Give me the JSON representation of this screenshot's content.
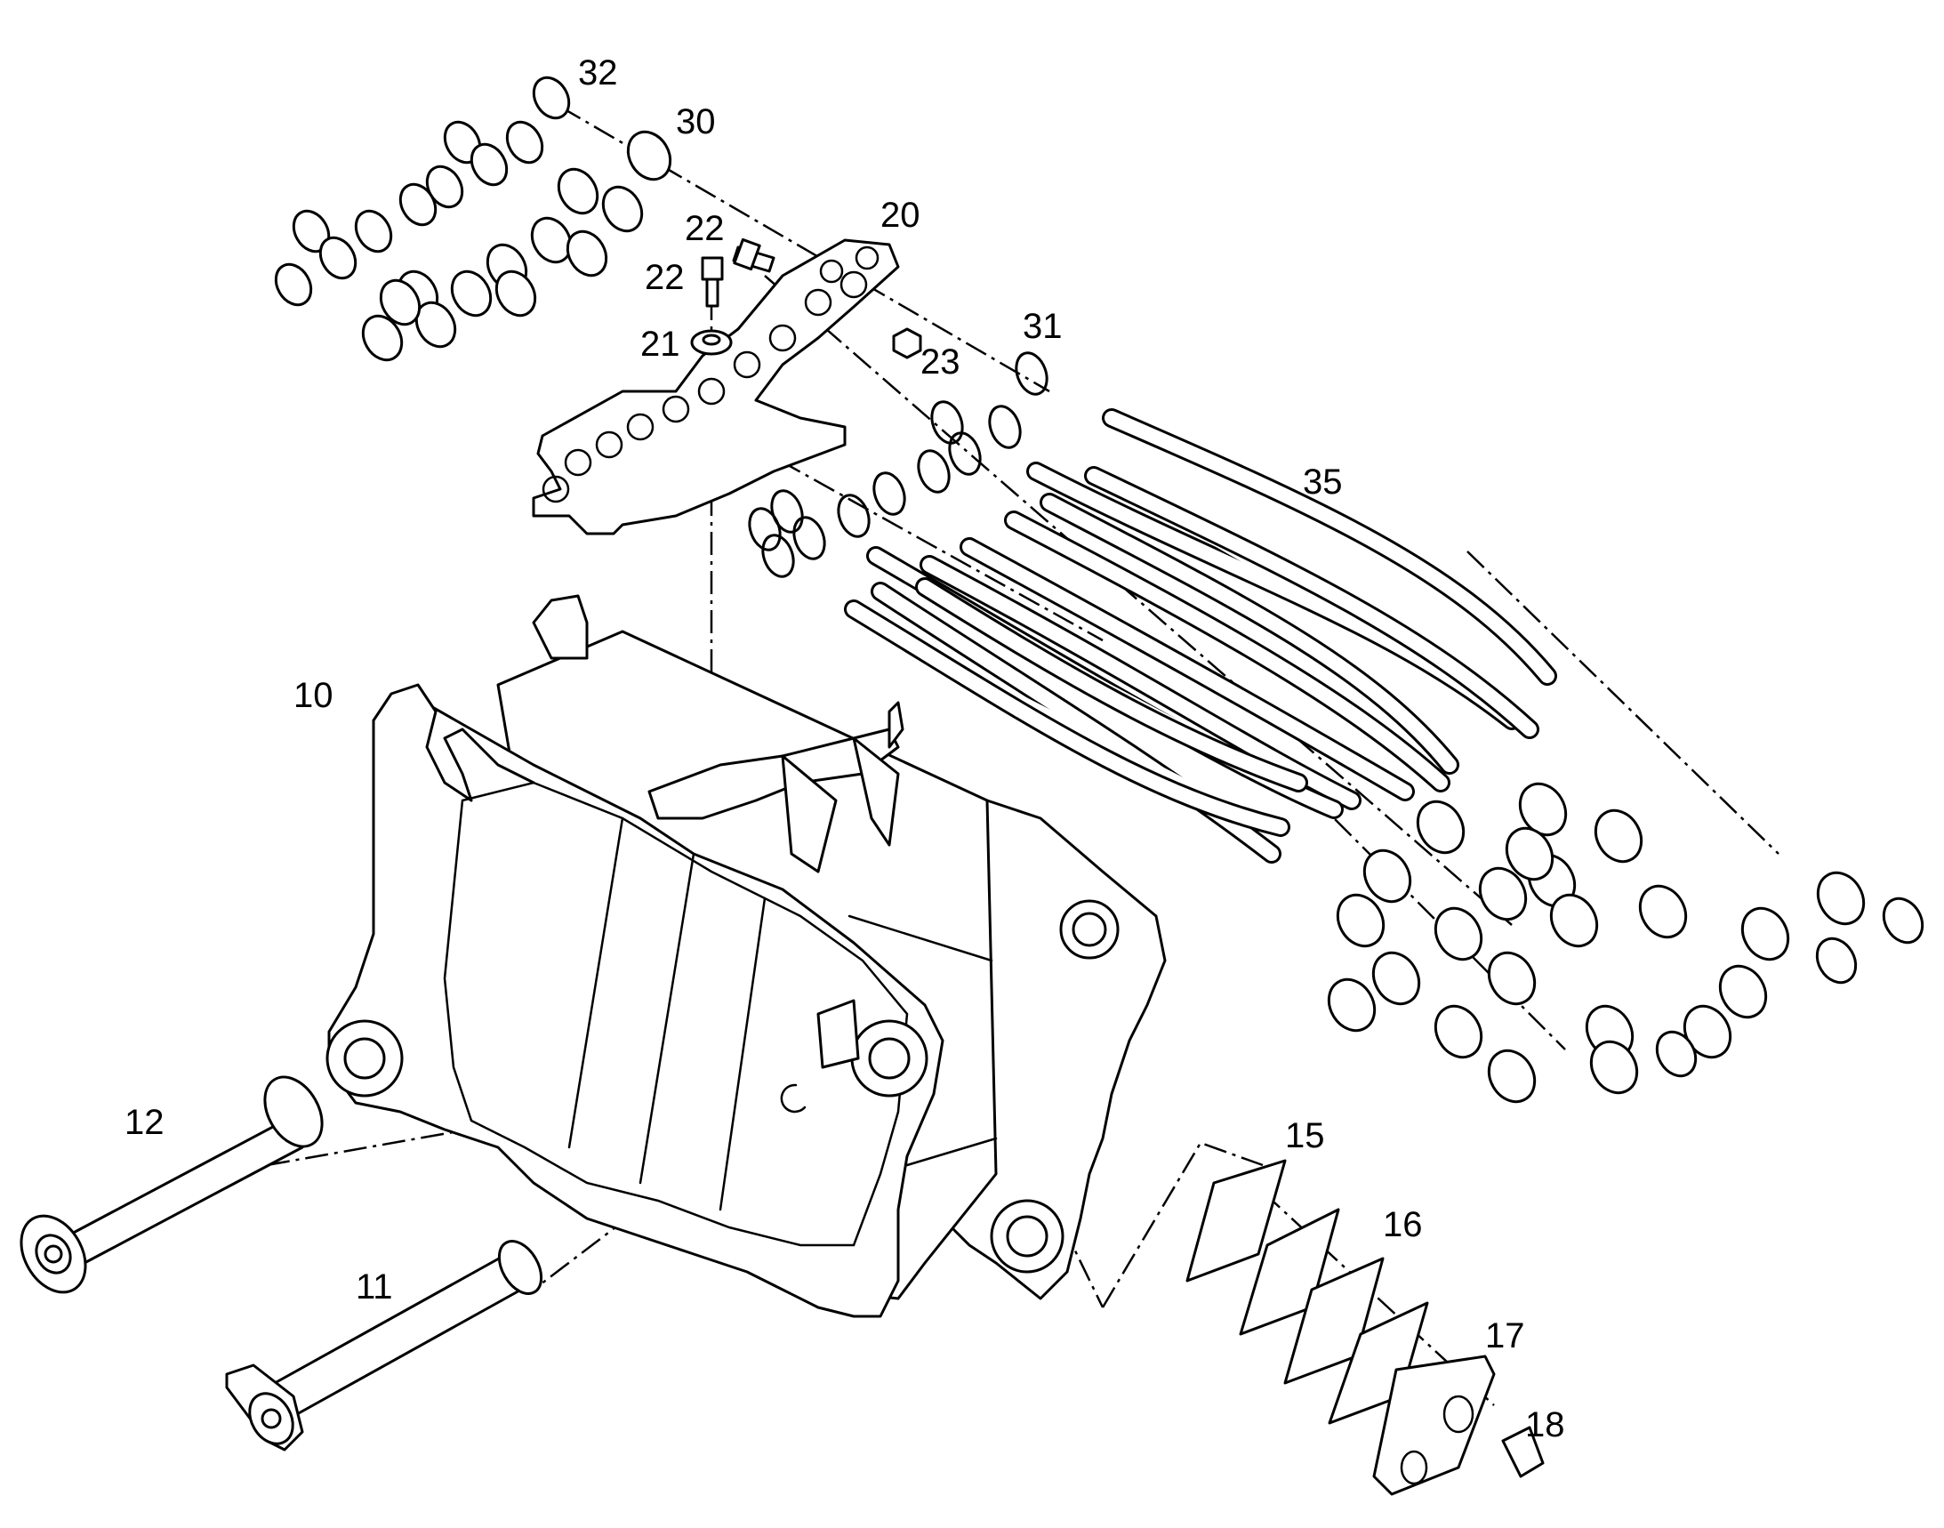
{
  "diagram": {
    "callouts": {
      "p10": "10",
      "p11": "11",
      "p12": "12",
      "p15": "15",
      "p16": "16",
      "p17": "17",
      "p18": "18",
      "p20": "20",
      "p21": "21",
      "p22a": "22",
      "p22b": "22",
      "p23": "23",
      "p30": "30",
      "p31": "31",
      "p32": "32",
      "p35": "35"
    }
  }
}
